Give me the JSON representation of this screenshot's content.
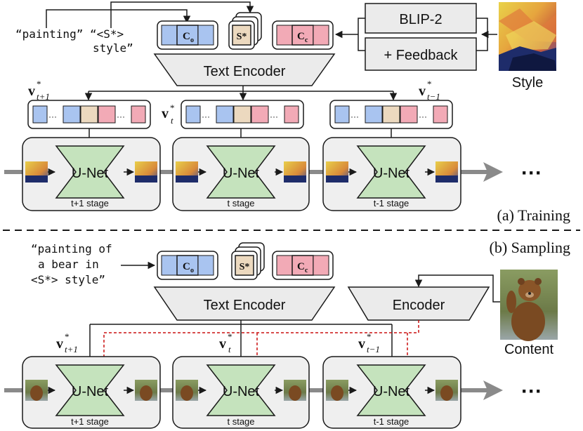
{
  "colors": {
    "blue": "#a9c4f0",
    "pink": "#f2aab6",
    "tan": "#ecd9bf",
    "unet": "#c5e3bd",
    "stage_bg": "#efefef",
    "panel": "#ebebeb",
    "dark": "#1a1a1a",
    "red": "#cc1111",
    "arrow_gray": "#8a8a8a"
  },
  "training": {
    "prompt_left": "“painting”",
    "prompt_right_line1": "“<S*>",
    "prompt_right_line2": "style”",
    "token_co": "C",
    "token_co_sub": "o",
    "token_s": "S*",
    "token_cc": "C",
    "token_cc_sub": "c",
    "text_encoder": "Text Encoder",
    "blip2": "BLIP-2",
    "feedback": "+ Feedback",
    "style_label": "Style",
    "v_left": "v",
    "v_left_sub": "t+1",
    "v_mid": "v",
    "v_mid_sub": "t",
    "v_right": "v",
    "v_right_sub": "t−1",
    "star": "*",
    "unet": "U-Net",
    "stage_left": "t+1 stage",
    "stage_mid": "t  stage",
    "stage_right": "t-1 stage",
    "ellipsis": "···",
    "caption": "(a) Training"
  },
  "sampling": {
    "caption": "(b) Sampling",
    "prompt_line1": "“painting of",
    "prompt_line2": "a bear in",
    "prompt_line3": "<S*> style”",
    "text_encoder": "Text Encoder",
    "encoder": "Encoder",
    "content_label": "Content",
    "unet": "U-Net",
    "stage_left": "t+1 stage",
    "stage_mid": "t  stage",
    "stage_right": "t-1 stage",
    "ellipsis": "···"
  }
}
